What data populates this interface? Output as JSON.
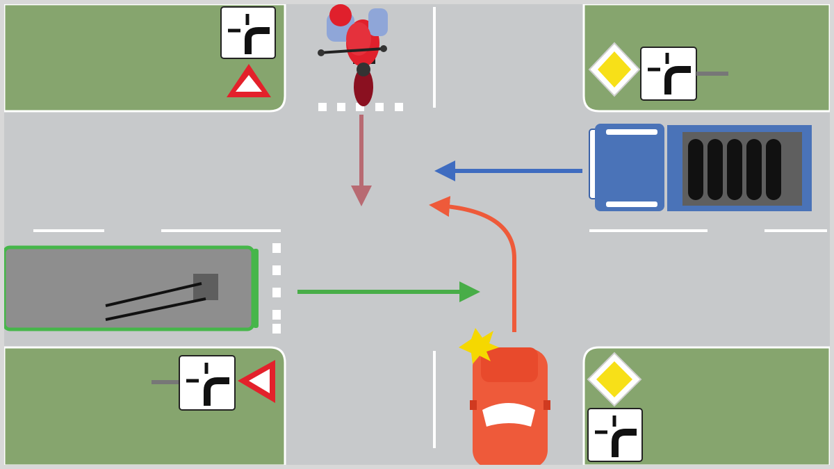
{
  "scene": {
    "colors": {
      "grass": "#86a56e",
      "road": "#c7c9cb",
      "lane_marking": "#ffffff",
      "motorcycle": "#e0202c",
      "motorcycle_path": "#b86a72",
      "truck": "#4a73b8",
      "truck_path": "#3f6cc0",
      "bus": "#46b64a",
      "bus_path": "#48ad48",
      "car": "#ee5a3a",
      "car_path": "#ee5a3a",
      "horn": "#f5d800",
      "priority_sign_fill": "#f7e018",
      "yield_sign_border": "#e3212b"
    },
    "signs": [
      {
        "id": "nw",
        "type": "additional-panel-priority-road-shape",
        "icon": "road-shape-icon"
      },
      {
        "id": "nw",
        "type": "yield",
        "icon": "yield-triangle-icon"
      },
      {
        "id": "ne",
        "type": "priority-road",
        "icon": "priority-diamond-icon"
      },
      {
        "id": "ne",
        "type": "additional-panel-priority-road-shape",
        "icon": "road-shape-icon"
      },
      {
        "id": "sw",
        "type": "additional-panel-priority-road-shape",
        "icon": "road-shape-icon"
      },
      {
        "id": "sw",
        "type": "yield",
        "icon": "yield-triangle-icon"
      },
      {
        "id": "se",
        "type": "priority-road",
        "icon": "priority-diamond-icon"
      },
      {
        "id": "se",
        "type": "additional-panel-priority-road-shape",
        "icon": "road-shape-icon"
      }
    ],
    "vehicles": [
      {
        "name": "motorcycle",
        "from": "north",
        "maneuver": "straight"
      },
      {
        "name": "truck",
        "from": "east",
        "maneuver": "straight"
      },
      {
        "name": "bus",
        "from": "west",
        "maneuver": "straight"
      },
      {
        "name": "car",
        "from": "south",
        "maneuver": "left-turn",
        "signal": "horn"
      }
    ]
  }
}
